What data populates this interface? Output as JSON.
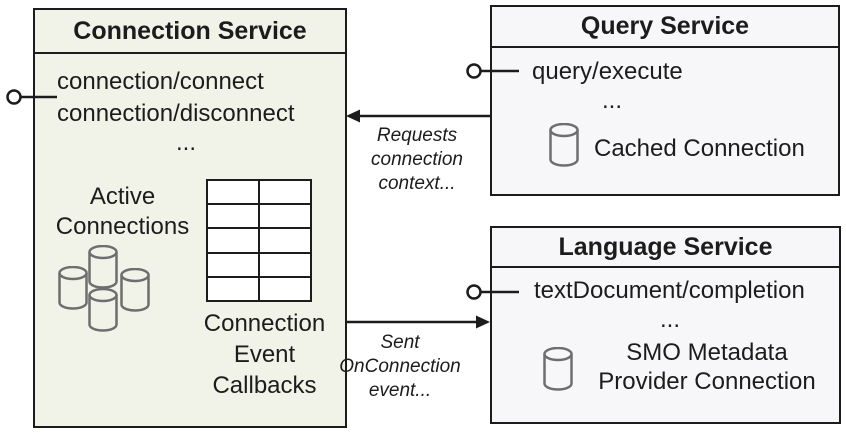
{
  "colors": {
    "connection_bg": "#f1f3e9",
    "service_bg": "#f7f7f9",
    "line": "#1c1c1c",
    "cylinder_stroke": "#6e6e6e"
  },
  "connection_service": {
    "title": "Connection Service",
    "method_lines": [
      "connection/connect",
      "connection/disconnect",
      "..."
    ],
    "active_connections": [
      "Active",
      "Connections"
    ],
    "callbacks_label": [
      "Connection",
      "Event",
      "Callbacks"
    ],
    "table": {
      "rows": 5,
      "cols": 2
    }
  },
  "query_service": {
    "title": "Query Service",
    "method_lines": [
      "query/execute",
      "..."
    ],
    "cached_connection_label": "Cached Connection"
  },
  "language_service": {
    "title": "Language Service",
    "method_lines": [
      "textDocument/completion",
      "..."
    ],
    "provider_lines": [
      "SMO Metadata",
      "Provider Connection"
    ]
  },
  "arrows": {
    "requests": [
      "Requests",
      "connection",
      "context..."
    ],
    "sent": [
      "Sent",
      "OnConnection",
      "event..."
    ]
  }
}
